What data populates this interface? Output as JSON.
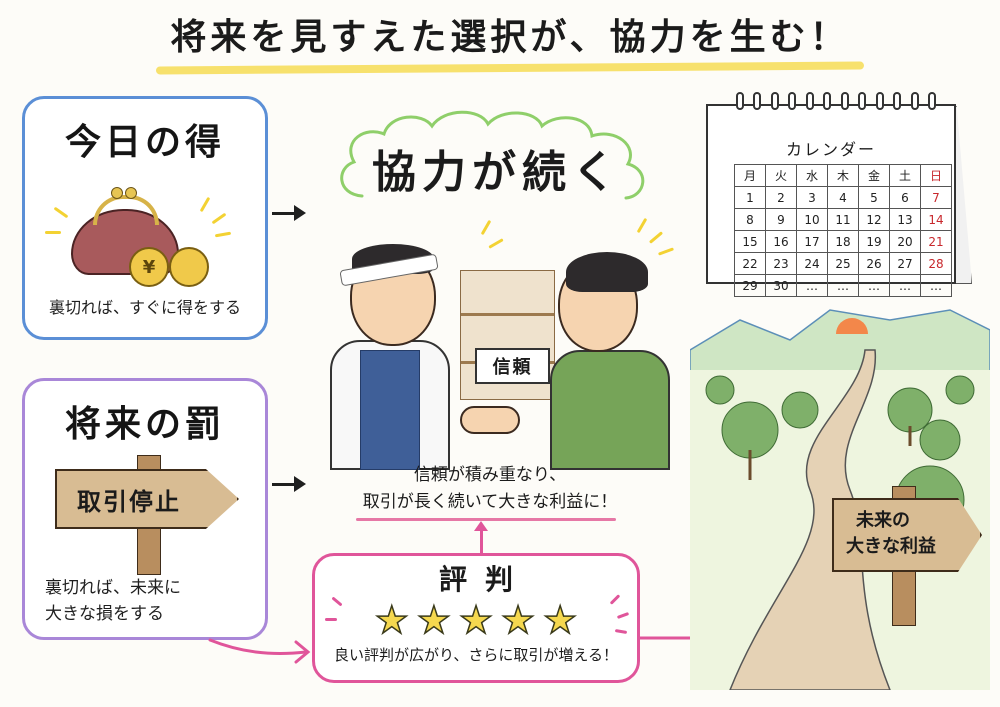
{
  "title": "将来を見すえた選択が、協力を生む！",
  "colors": {
    "title_underline": "#f6dc55",
    "today_border": "#5b8fd6",
    "future_border": "#a987d8",
    "reputation_border": "#e0559a",
    "cloud_outline": "#8fcf6a",
    "calendar_sunday": "#c8282d",
    "star_fill": "#f5d84f"
  },
  "panels": {
    "today_gain": {
      "heading": "今日の得",
      "caption": "裏切れば、すぐに得をする",
      "icons": [
        "coin-purse-icon",
        "yen-coin-icon",
        "coin-icon"
      ],
      "coin_symbol": "¥"
    },
    "future_penalty": {
      "heading": "将来の罰",
      "sign_text": "取引停止",
      "caption_line1": "裏切れば、未来に",
      "caption_line2": "大きな損をする"
    },
    "cooperation": {
      "heading": "協力が続く",
      "sign_text": "信頼",
      "caption_line1": "信頼が積み重なり、",
      "caption_line2": "取引が長く続いて大きな利益に！"
    },
    "reputation": {
      "heading": "評判",
      "stars": 5,
      "star_glyph": "★",
      "caption": "良い評判が広がり、さらに取引が増える！"
    }
  },
  "calendar": {
    "title": "カレンダー",
    "weekdays": [
      "月",
      "火",
      "水",
      "木",
      "金",
      "土",
      "日"
    ],
    "weeks": [
      [
        "1",
        "2",
        "3",
        "4",
        "5",
        "6",
        "7"
      ],
      [
        "8",
        "9",
        "10",
        "11",
        "12",
        "13",
        "14"
      ],
      [
        "15",
        "16",
        "17",
        "18",
        "19",
        "20",
        "21"
      ],
      [
        "22",
        "23",
        "24",
        "25",
        "26",
        "27",
        "28"
      ],
      [
        "29",
        "30",
        "…",
        "…",
        "…",
        "…",
        "…"
      ]
    ]
  },
  "future_sign": {
    "line1": "未来の",
    "line2": "大きな利益"
  }
}
